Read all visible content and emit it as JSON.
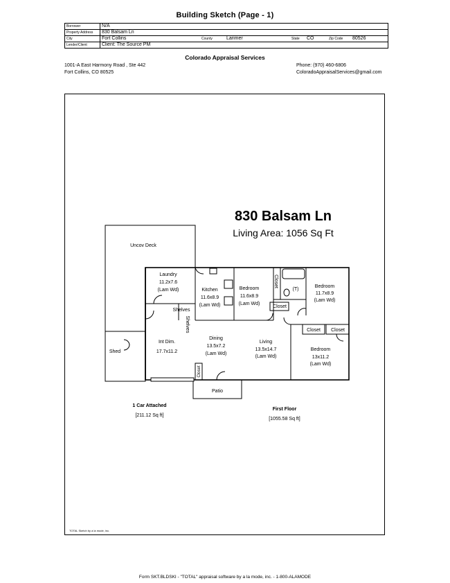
{
  "header": {
    "title": "Building Sketch (Page - 1)"
  },
  "info": {
    "borrower_label": "Borrower",
    "borrower": "N/A",
    "property_label": "Property Address",
    "property": "830 Balsam Ln",
    "city_label": "City",
    "city": "Fort Collins",
    "county_label": "County",
    "county": "Larimer",
    "state_label": "State",
    "state": "CO",
    "zip_label": "Zip Code",
    "zip": "80526",
    "lender_label": "Lender/Client",
    "lender": "Client: The Source PM"
  },
  "company": {
    "name": "Colorado Appraisal Services",
    "address1": "1001-A East Harmony Road , Ste 442",
    "address2": "Fort Collins, CO 80525",
    "phone": "Phone: (970) 460-6806",
    "email": "ColoradoAppraisalServices@gmail.com"
  },
  "sketch": {
    "heading": "830 Balsam Ln",
    "living_area": "Living Area: 1056 Sq Ft",
    "rooms": {
      "uncov_deck": "Uncov Deck",
      "laundry_name": "Laundry",
      "laundry_dim": "11.2x7.6",
      "laundry_floor": "(Lam Wd)",
      "kitchen_name": "Kitchen",
      "kitchen_dim": "11.6x8.9",
      "kitchen_floor": "(Lam Wd)",
      "bedroom1_name": "Bedroom",
      "bedroom1_dim": "11.6x8.9",
      "bedroom1_floor": "(Lam Wd)",
      "closet_v": "Closet",
      "bath_t": "(T)",
      "closet1": "Closet",
      "bedroom2_name": "Bedroom",
      "bedroom2_dim": "11.7x8.9",
      "bedroom2_floor": "(Lam Wd)",
      "shelves_h": "Shelves",
      "shelves_v": "Shelves",
      "closet2": "Closet",
      "closet3": "Closet",
      "intdim_name": "Int Dim.",
      "intdim_dim": "17.7x11.2",
      "dining_name": "Dining",
      "dining_dim": "13.5x7.2",
      "dining_floor": "(Lam Wd)",
      "living_name": "Living",
      "living_dim": "13.5x14.7",
      "living_floor": "(Lam Wd)",
      "bedroom3_name": "Bedroom",
      "bedroom3_dim": "13x11.2",
      "bedroom3_floor": "(Lam Wd)",
      "shed": "Shed",
      "closet4": "Closet",
      "patio": "Patio"
    },
    "garage_title": "1 Car Attached",
    "garage_area": "[211.12 Sq ft]",
    "floor_title": "First Floor",
    "floor_area": "[1055.58 Sq ft]",
    "credit": "TOTAL Sketch by a la mode, inc."
  },
  "footer": {
    "text": "Form SKT.BLDSKI - \"TOTAL\" appraisal software by a la mode, inc. - 1-800-ALAMODE"
  }
}
